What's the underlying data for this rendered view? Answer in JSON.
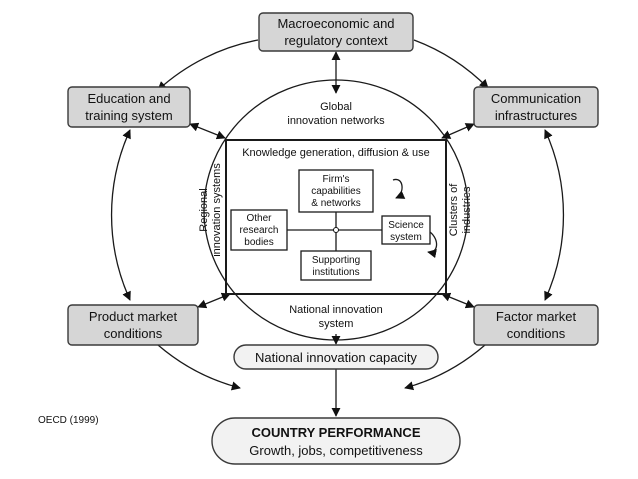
{
  "outer_nodes": {
    "macro": [
      "Macroeconomic and",
      "regulatory context"
    ],
    "education": [
      "Education and",
      "training system"
    ],
    "communication": [
      "Communication",
      "infrastructures"
    ],
    "product": [
      "Product market",
      "conditions"
    ],
    "factor": [
      "Factor market",
      "conditions"
    ]
  },
  "ellipse_labels": {
    "global": [
      "Global",
      "innovation networks"
    ],
    "national": [
      "National innovation",
      "system"
    ],
    "regional": [
      "Regional",
      "innovation systems"
    ],
    "clusters": [
      "Clusters of",
      "industries"
    ]
  },
  "inner": {
    "title": "Knowledge generation, diffusion & use",
    "firms": [
      "Firm's",
      "capabilities",
      "& networks"
    ],
    "other": [
      "Other",
      "research",
      "bodies"
    ],
    "science": [
      "Science",
      "system"
    ],
    "supporting": [
      "Supporting",
      "institutions"
    ]
  },
  "capacity": "National innovation capacity",
  "performance": {
    "title": "COUNTRY PERFORMANCE",
    "subtitle": "Growth, jobs, competitiveness"
  },
  "source": "OECD (1999)"
}
